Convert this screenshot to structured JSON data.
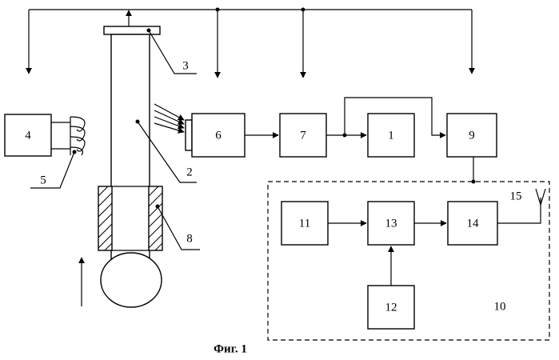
{
  "blocks": {
    "b1": "1",
    "b4": "4",
    "b6": "6",
    "b7": "7",
    "b9": "9",
    "b11": "11",
    "b12": "12",
    "b13": "13",
    "b14": "14"
  },
  "labels": {
    "l2": "2",
    "l3": "3",
    "l5": "5",
    "l8": "8",
    "l10": "10",
    "l15": "15"
  },
  "caption": "Фиг. 1"
}
